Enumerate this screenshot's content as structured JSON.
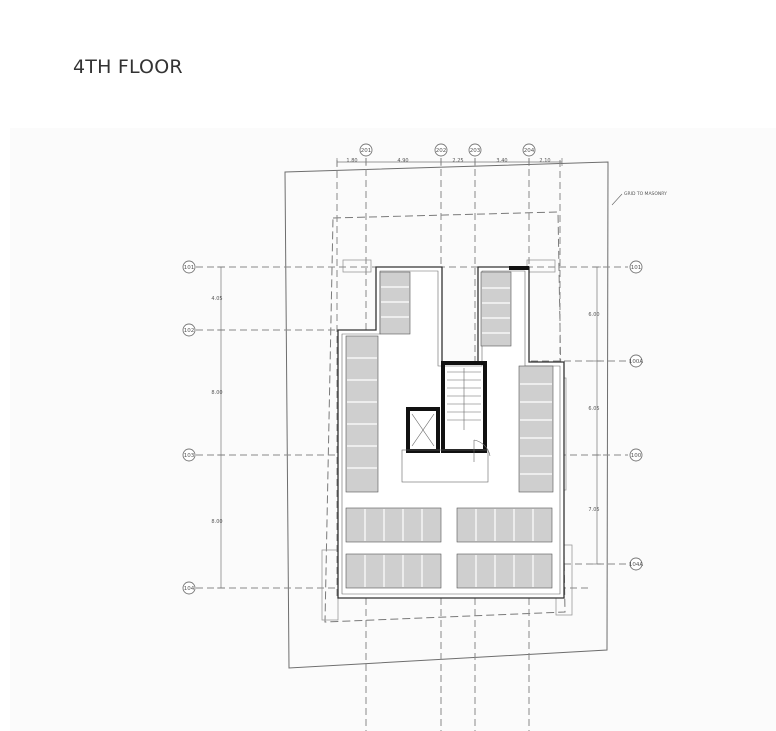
{
  "page": {
    "title": "4TH FLOOR"
  },
  "plan": {
    "grid_top": [
      "201",
      "202",
      "203",
      "204"
    ],
    "grid_left": [
      "101",
      "102",
      "103",
      "104"
    ],
    "grid_right": [
      "101",
      "100A",
      "100",
      "104A"
    ],
    "dims_top": [
      "1.80",
      "4.90",
      "2.25",
      "3.40",
      "2.10"
    ],
    "dims_left": [
      "4.05",
      "8.00",
      "8.00"
    ],
    "dims_right": [
      "6.00",
      "6.05",
      "7.05"
    ],
    "boundary_note": "GRID TO MASONRY"
  },
  "colors": {
    "title": "#333333",
    "linework": "#6e6e6e",
    "core_walls": "#111111",
    "panels": "#cfcfcf"
  }
}
